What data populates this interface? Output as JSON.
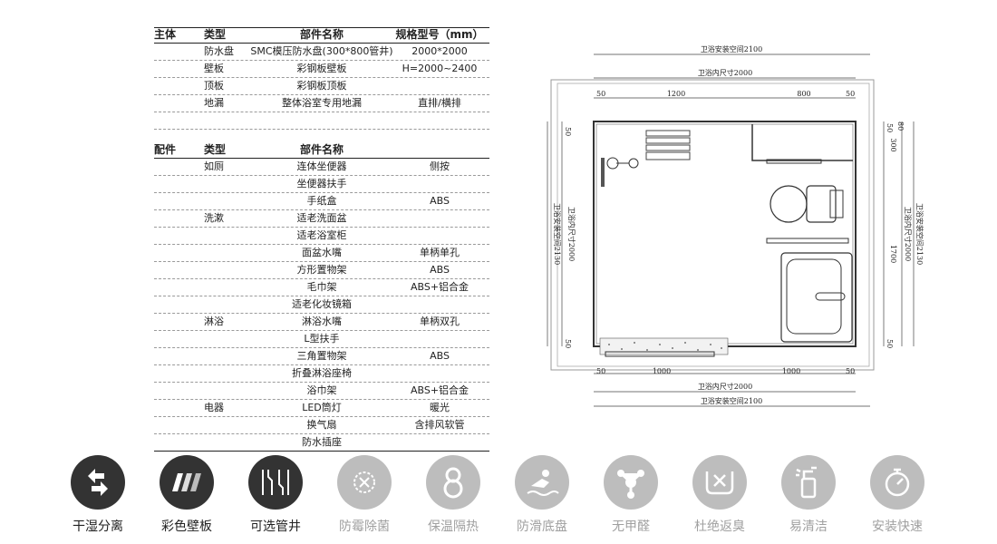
{
  "main_table": {
    "headers": [
      "主体",
      "类型",
      "部件名称",
      "规格型号（mm）"
    ],
    "rows": [
      [
        "",
        "防水盘",
        "SMC模压防水盘(300*800管井)",
        "2000*2000"
      ],
      [
        "",
        "壁板",
        "彩钢板壁板",
        "H=2000~2400"
      ],
      [
        "",
        "顶板",
        "彩钢板顶板",
        ""
      ],
      [
        "",
        "地漏",
        "整体浴室专用地漏",
        "直排/横排"
      ]
    ]
  },
  "accessory_table": {
    "headers": [
      "配件",
      "类型",
      "部件名称",
      ""
    ],
    "rows": [
      [
        "",
        "如厕",
        "连体坐便器",
        "侧按"
      ],
      [
        "",
        "",
        "坐便器扶手",
        ""
      ],
      [
        "",
        "",
        "手纸盒",
        "ABS"
      ],
      [
        "",
        "洗漱",
        "适老洗面盆",
        ""
      ],
      [
        "",
        "",
        "适老浴室柜",
        ""
      ],
      [
        "",
        "",
        "面盆水嘴",
        "单柄单孔"
      ],
      [
        "",
        "",
        "方形置物架",
        "ABS"
      ],
      [
        "",
        "",
        "毛巾架",
        "ABS+铝合金"
      ],
      [
        "",
        "",
        "适老化妆镜箱",
        ""
      ],
      [
        "",
        "淋浴",
        "淋浴水嘴",
        "单柄双孔"
      ],
      [
        "",
        "",
        "L型扶手",
        ""
      ],
      [
        "",
        "",
        "三角置物架",
        "ABS"
      ],
      [
        "",
        "",
        "折叠淋浴座椅",
        ""
      ],
      [
        "",
        "",
        "浴巾架",
        "ABS+铝合金"
      ],
      [
        "",
        "电器",
        "LED筒灯",
        "暖光"
      ],
      [
        "",
        "",
        "换气扇",
        "含排风软管"
      ],
      [
        "",
        "",
        "防水插座",
        ""
      ]
    ]
  },
  "floor_plan": {
    "top_outer": "卫浴安装空间2100",
    "top_inner": "卫浴内尺寸2000",
    "top_seg_50a": "50",
    "top_seg_1200": "1200",
    "top_seg_800": "800",
    "top_seg_50b": "50",
    "bottom_seg_50a": "50",
    "bottom_seg_1000a": "1000",
    "bottom_seg_1000b": "1000",
    "bottom_seg_50b": "50",
    "bottom_inner": "卫浴内尺寸2000",
    "bottom_outer": "卫浴安装空间2100",
    "left_inner": "卫浴内尺寸2000",
    "left_outer": "卫浴安装空间2130",
    "left_50a": "50",
    "left_50b": "50",
    "right_inner": "卫浴内尺寸2000",
    "right_outer": "卫浴安装空间2130",
    "right_300": "300",
    "right_1700": "1700",
    "right_50a": "50",
    "right_50b": "50",
    "right_80": "80"
  },
  "features": [
    {
      "label": "干湿分离",
      "icon": "dry-wet-separation-icon",
      "color": "#333333"
    },
    {
      "label": "彩色壁板",
      "icon": "color-panel-icon",
      "color": "#333333"
    },
    {
      "label": "可选管井",
      "icon": "pipe-shaft-icon",
      "color": "#333333"
    },
    {
      "label": "防霉除菌",
      "icon": "antibacterial-icon",
      "color": "#b9b9b9"
    },
    {
      "label": "保温隔热",
      "icon": "insulation-icon",
      "color": "#b9b9b9"
    },
    {
      "label": "防滑底盘",
      "icon": "anti-slip-icon",
      "color": "#b9b9b9"
    },
    {
      "label": "无甲醛",
      "icon": "formaldehyde-free-icon",
      "color": "#b9b9b9"
    },
    {
      "label": "杜绝返臭",
      "icon": "odor-block-icon",
      "color": "#b9b9b9"
    },
    {
      "label": "易清洁",
      "icon": "easy-clean-icon",
      "color": "#b9b9b9"
    },
    {
      "label": "安装快速",
      "icon": "quick-install-icon",
      "color": "#b9b9b9"
    }
  ],
  "colors": {
    "dark": "#333333",
    "light": "#b9b9b9",
    "label_dark": "#222222",
    "label_light": "#a0a0a0"
  }
}
